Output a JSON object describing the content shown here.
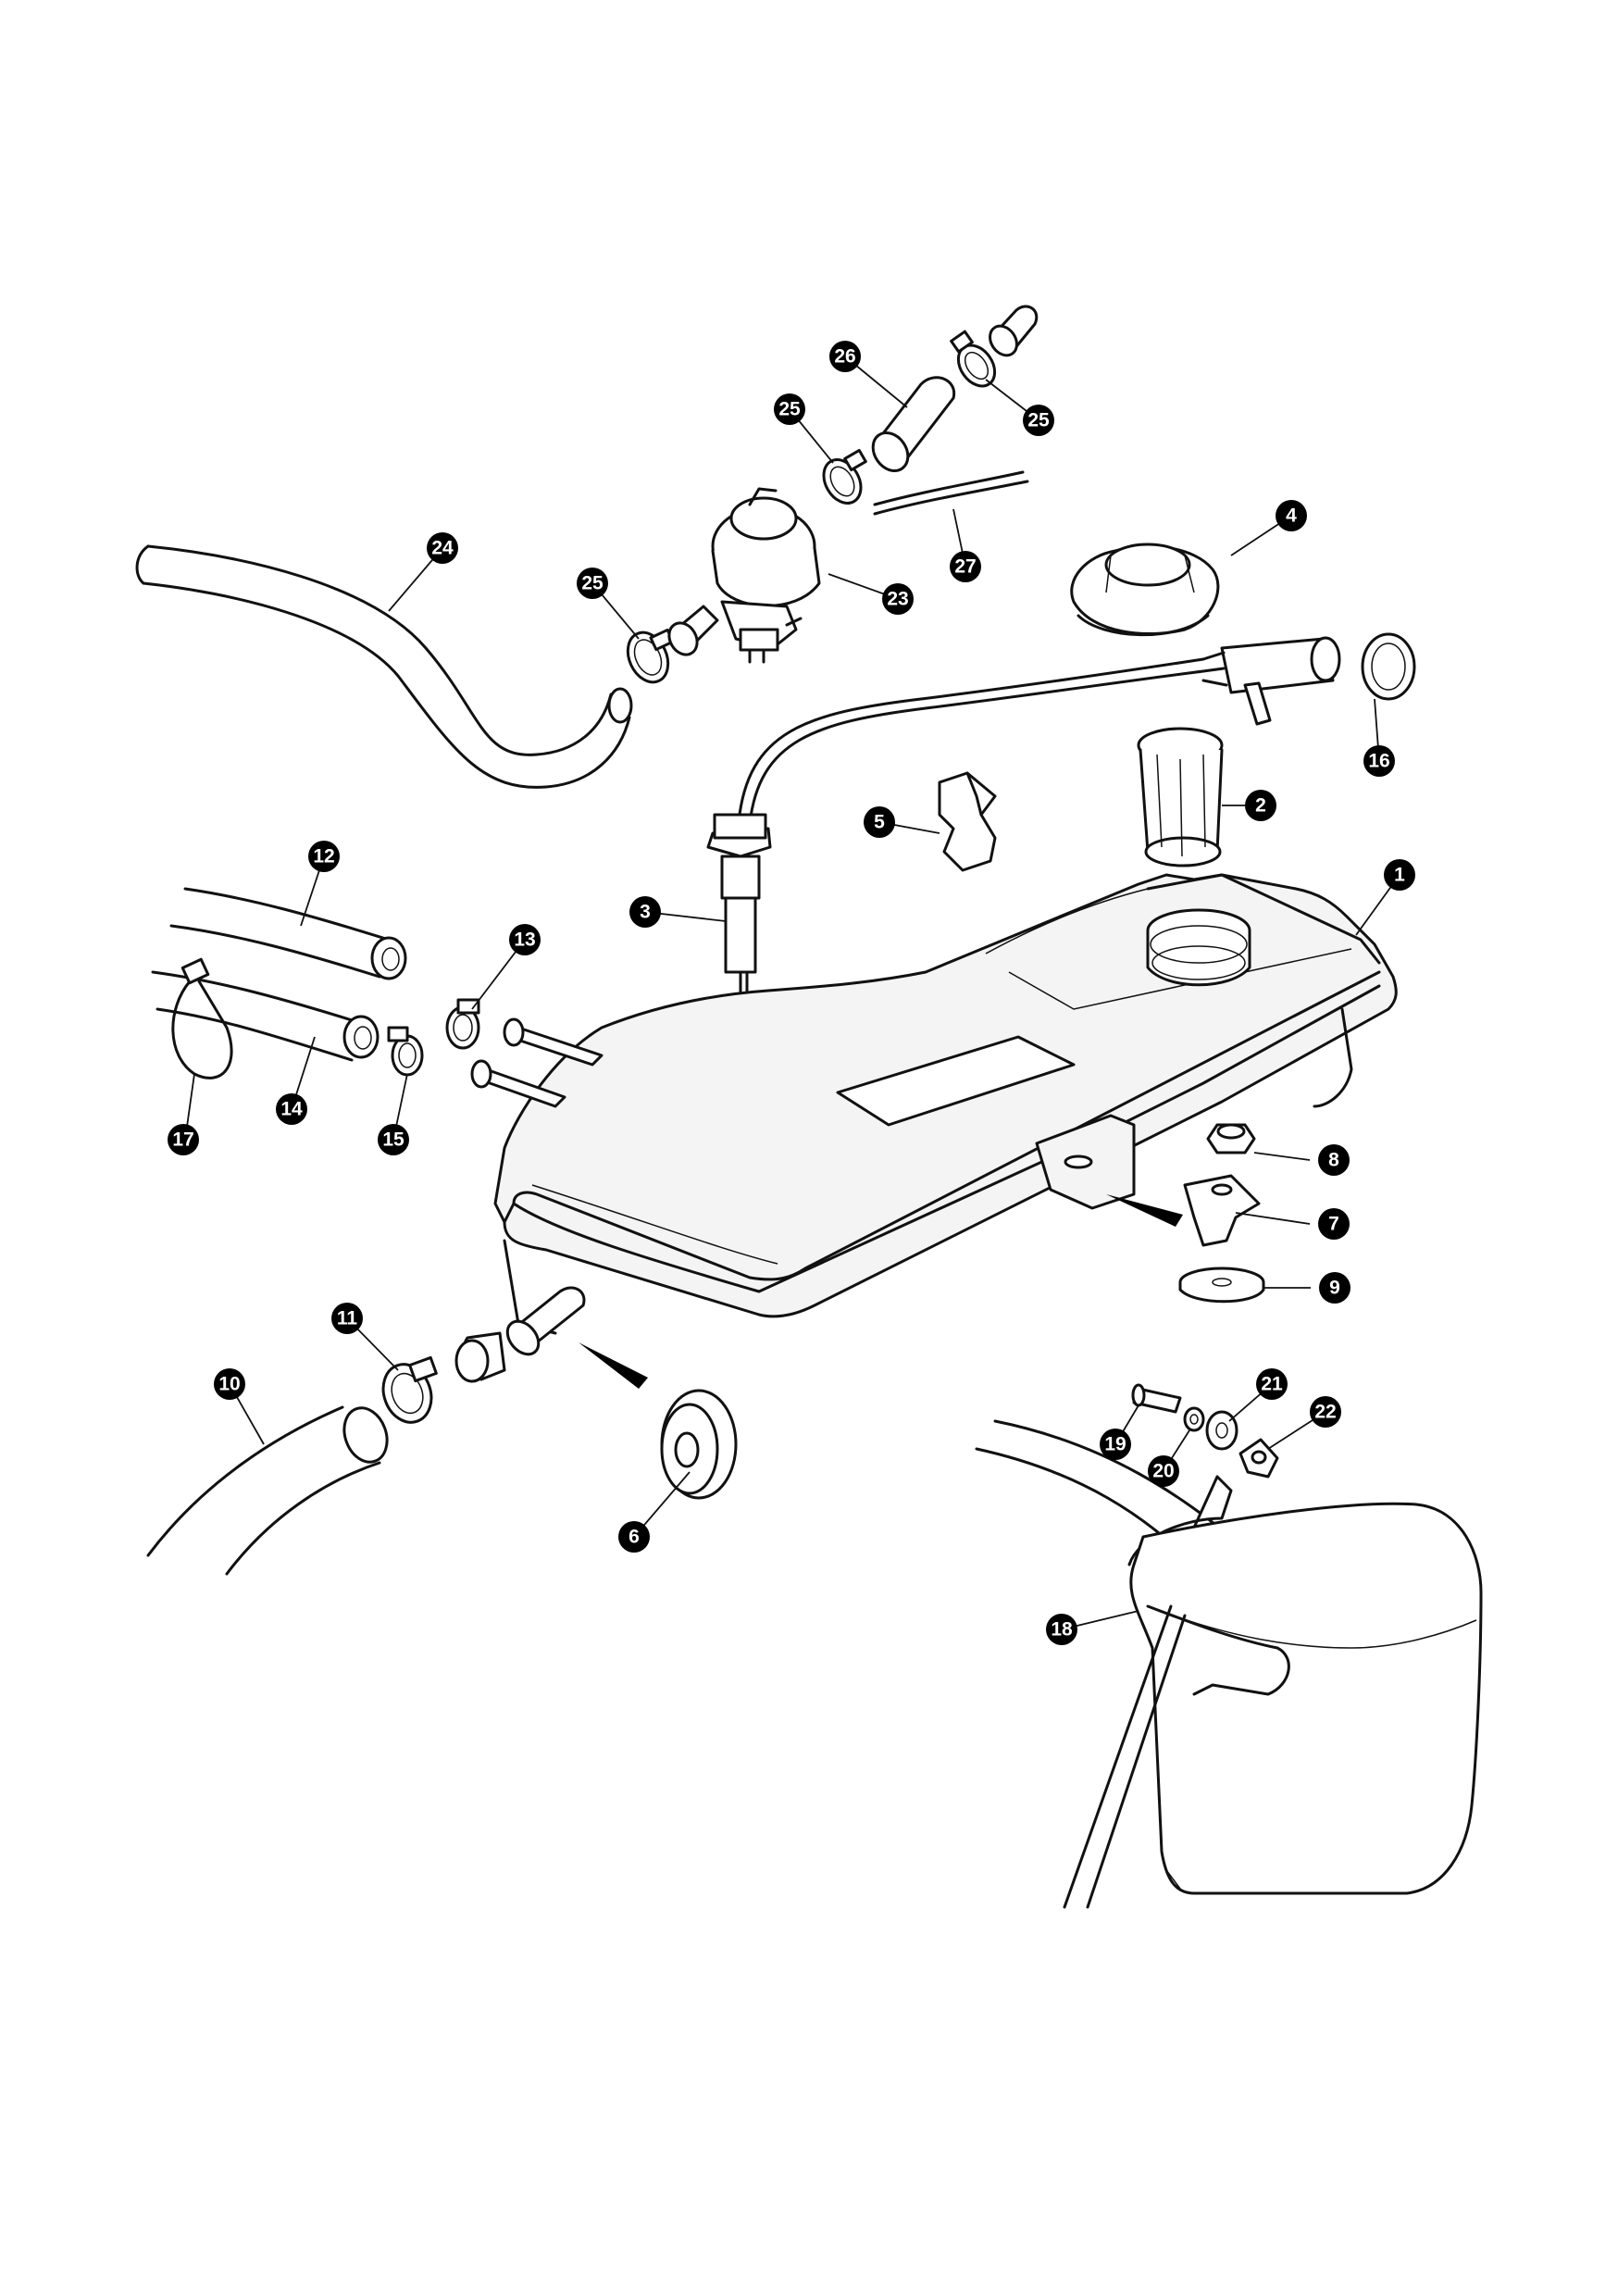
{
  "callouts": [
    {
      "id": "c1",
      "label": "1"
    },
    {
      "id": "c2",
      "label": "2"
    },
    {
      "id": "c3",
      "label": "3"
    },
    {
      "id": "c4",
      "label": "4"
    },
    {
      "id": "c5",
      "label": "5"
    },
    {
      "id": "c6",
      "label": "6"
    },
    {
      "id": "c7",
      "label": "7"
    },
    {
      "id": "c8",
      "label": "8"
    },
    {
      "id": "c9",
      "label": "9"
    },
    {
      "id": "c10",
      "label": "10"
    },
    {
      "id": "c11",
      "label": "11"
    },
    {
      "id": "c12",
      "label": "12"
    },
    {
      "id": "c13",
      "label": "13"
    },
    {
      "id": "c14",
      "label": "14"
    },
    {
      "id": "c15",
      "label": "15"
    },
    {
      "id": "c16",
      "label": "16"
    },
    {
      "id": "c17",
      "label": "17"
    },
    {
      "id": "c18",
      "label": "18"
    },
    {
      "id": "c19",
      "label": "19"
    },
    {
      "id": "c20",
      "label": "20"
    },
    {
      "id": "c21",
      "label": "21"
    },
    {
      "id": "c22",
      "label": "22"
    },
    {
      "id": "c23",
      "label": "23"
    },
    {
      "id": "c24",
      "label": "24"
    },
    {
      "id": "c25a",
      "label": "25"
    },
    {
      "id": "c25b",
      "label": "25"
    },
    {
      "id": "c25c",
      "label": "25"
    },
    {
      "id": "c26",
      "label": "26"
    },
    {
      "id": "c27",
      "label": "27"
    }
  ]
}
